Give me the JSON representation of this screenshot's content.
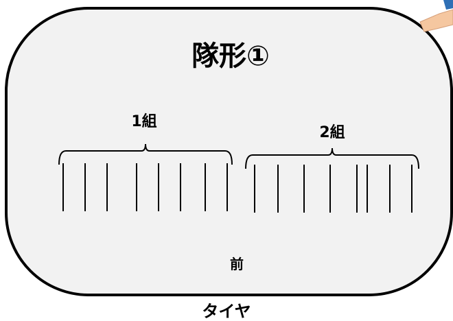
{
  "title": "隊形①",
  "groups": [
    {
      "label": "1組",
      "line_count": 8
    },
    {
      "label": "2組",
      "line_count": 8
    }
  ],
  "front_label": "前",
  "bottom_label": "タイヤ",
  "colors": {
    "field_fill": "#f2f2f2",
    "field_stroke": "#000000",
    "line": "#000000",
    "background": "#ffffff"
  }
}
